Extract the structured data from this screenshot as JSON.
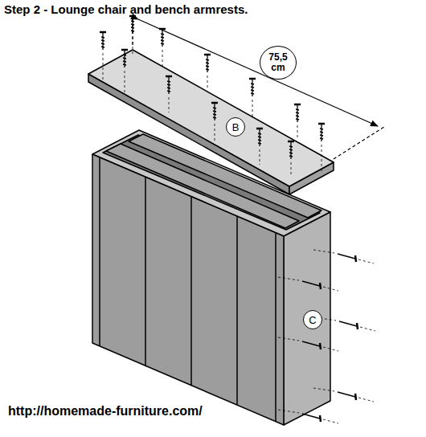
{
  "diagram": {
    "title": "Step 2 - Lounge chair and bench armrests.",
    "caption": "http://homemade-furniture.com/",
    "nodes": [
      {
        "text": [
          "75,5 cm"
        ]
      },
      {
        "text": [
          "B"
        ]
      },
      {
        "text": [
          "C"
        ]
      }
    ]
  }
}
